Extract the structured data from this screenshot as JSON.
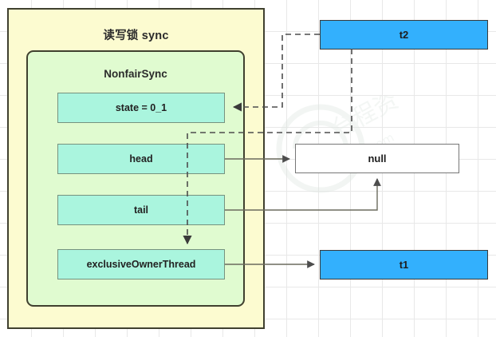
{
  "diagram": {
    "title": "读写锁 sync",
    "inner_panel_title": "NonfairSync",
    "fields": [
      {
        "id": "state",
        "label": "state = 0_1"
      },
      {
        "id": "head",
        "label": "head"
      },
      {
        "id": "tail",
        "label": "tail"
      },
      {
        "id": "owner",
        "label": "exclusiveOwnerThread"
      }
    ],
    "nodes": [
      {
        "id": "t2",
        "label": "t2"
      },
      {
        "id": "null",
        "label": "null"
      },
      {
        "id": "t1",
        "label": "t1"
      }
    ],
    "colors": {
      "outer_fill": "#fcfbd0",
      "panel_fill": "#e0fbd0",
      "field_fill": "#aaf5de",
      "thread_fill": "#33b0fd",
      "null_fill": "#ffffff",
      "border_dark": "#40402f",
      "edge_stroke": "#4d4d4d",
      "grid_line": "#e8e8e8"
    },
    "edges": [
      {
        "id": "t2-to-state",
        "from": "t2",
        "to": "state",
        "style": "dashed",
        "arrow": "to"
      },
      {
        "id": "t2-to-owner",
        "from": "t2",
        "to": "exclusiveOwnerThread",
        "style": "dashed",
        "arrow": "to"
      },
      {
        "id": "head-to-null",
        "from": "head",
        "to": "null",
        "style": "solid",
        "arrow": "to"
      },
      {
        "id": "tail-to-null",
        "from": "tail",
        "to": "null",
        "style": "solid",
        "arrow": "to"
      },
      {
        "id": "owner-to-t1",
        "from": "exclusiveOwnerThread",
        "to": "t1",
        "style": "solid",
        "arrow": "to"
      }
    ]
  }
}
